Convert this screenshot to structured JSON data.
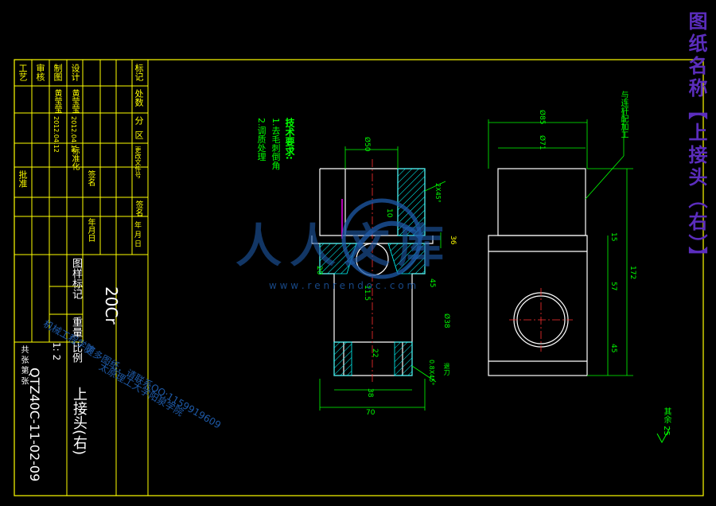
{
  "drawing_title": "图纸名称【上接头（右）】",
  "title_block": {
    "material": "20Cr",
    "part_name": "上接头(右)",
    "drawing_no": "QTZ40C-11-02-09",
    "scale": "1: 2",
    "headers": [
      "标记",
      "处数",
      "分",
      "区",
      "更改文件号",
      "签名",
      "年 月 日"
    ],
    "designer_label": "设计",
    "designer_name": "黄莹莹",
    "design_date": "2012.04.12",
    "std_label": "标准化",
    "signature_label": "签名",
    "date_label": "年月日",
    "draw_label": "制图",
    "drawer_name": "黄莹莹",
    "draw_date": "2012.04.12",
    "review_label": "审核",
    "process_label": "工艺",
    "approve_label": "批准",
    "stage_label": "图样标记",
    "weight_label": "重量",
    "scale_label": "比例",
    "sheet_label": "共 张  第 张"
  },
  "tech_requirements": {
    "heading": "技术要求:",
    "items": [
      "1.去毛刺倒角",
      "2.调质处理"
    ]
  },
  "dimensions": {
    "d50": "Ø50",
    "chamfer_2x45": "2X45°",
    "d36": "36",
    "d10": "10",
    "d20": "20",
    "d11_5": "11.5",
    "d38": "Ø38",
    "chamfer_0_8x45": "0.8X45°",
    "undercut": "退刀",
    "d22": "22",
    "d45_top": "45",
    "d38_b": "38",
    "d70": "70",
    "d85": "Ø85",
    "d71": "Ø71",
    "weld_note": "与连杆配加工",
    "d15": "15",
    "d172": "172",
    "d57": "57",
    "d45": "45"
  },
  "roughness": "其余 25",
  "watermark": {
    "brand": "人人文库",
    "url": "w w w . r e n r e n d o c . c o m",
    "text1": "更多图纸，请联系QQ:1159919609",
    "text2": "太原理工大学阳泉学院",
    "text3": "机械工程学院"
  },
  "colors": {
    "frame": "#ffff00",
    "outline": "#ffffff",
    "dim": "#00ff00",
    "hatch": "#00ffff",
    "text_cyan": "#00ffff",
    "title": "#5b2dbd",
    "center": "#ff0000",
    "watermark": "#1e5aa8"
  }
}
